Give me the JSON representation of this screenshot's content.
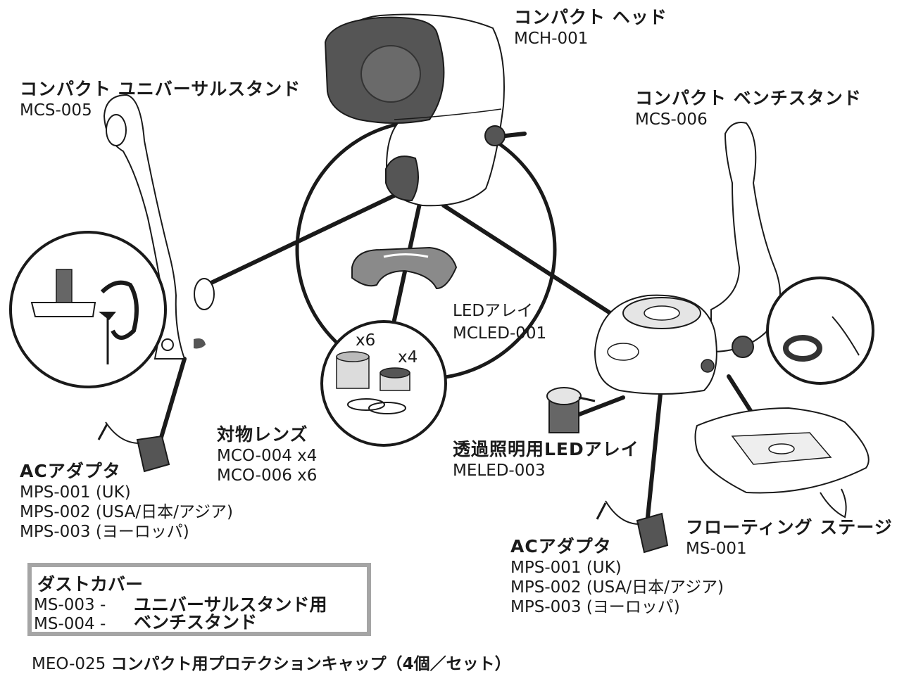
{
  "head": {
    "title": "コンパクト ヘッド",
    "code": "MCH-001"
  },
  "universal_stand": {
    "title": "コンパクト ユニバーサルスタンド",
    "code": "MCS-005"
  },
  "bench_stand": {
    "title": "コンパクト ベンチスタンド",
    "code": "MCS-006"
  },
  "led_array": {
    "title": "LEDアレイ",
    "code": "MCLED-001"
  },
  "objectives": {
    "title": "対物レンズ",
    "lines": [
      "MCO-004 x4",
      "MCO-006 x6"
    ],
    "qty_a": "x6",
    "qty_b": "x4"
  },
  "transmitted_led": {
    "title": "透過照明用LEDアレイ",
    "code": "MELED-003"
  },
  "floating_stage": {
    "title": "フローティング ステージ",
    "code": "MS-001"
  },
  "ac_adapter_left": {
    "title": "ACアダプタ",
    "lines": [
      "MPS-001 (UK)",
      "MPS-002 (USA/日本/アジア)",
      "MPS-003 (ヨーロッパ)"
    ]
  },
  "ac_adapter_right": {
    "title": "ACアダプタ",
    "lines": [
      "MPS-001 (UK)",
      "MPS-002 (USA/日本/アジア)",
      "MPS-003 (ヨーロッパ)"
    ]
  },
  "dust_cover": {
    "title": "ダストカバー",
    "item1_code": "MS-003 -",
    "item1_label": "ユニバーサルスタンド用",
    "item2_code": "MS-004 -",
    "item2_label": "ベンチスタンド"
  },
  "protection_cap": {
    "code": "MEO-025",
    "label": "コンパクト用プロテクションキャップ（4個／セット）"
  },
  "colors": {
    "line": "#1a1a1a",
    "shade": "#555555",
    "box_border": "#a5a5a5"
  }
}
